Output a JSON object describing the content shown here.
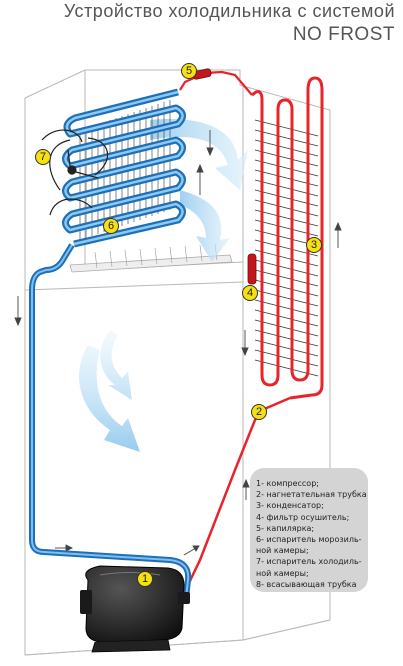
{
  "title": {
    "line1": "Устройство холодильника  с  системой",
    "line2": "NO  FROST"
  },
  "callouts": [
    "1",
    "2",
    "3",
    "4",
    "5",
    "6",
    "7"
  ],
  "legend": [
    "1- компрессор;",
    "2- нагнетательная трубка",
    "3- конденсатор;",
    "4- фильтр осушитель;",
    "5- капилярка;",
    "6- испаритель морозиль-",
    "    ной камеры;",
    "7- испаритель холодиль-",
    "    ной камеры;",
    "8- всасывающая трубка"
  ],
  "colors": {
    "hot_line": "#e8242a",
    "cold_line": "#2a7ecb",
    "badge": "#f5e010",
    "cabinet_outline": "#b9b9b9",
    "legend_bg": "#d4d4d4"
  }
}
